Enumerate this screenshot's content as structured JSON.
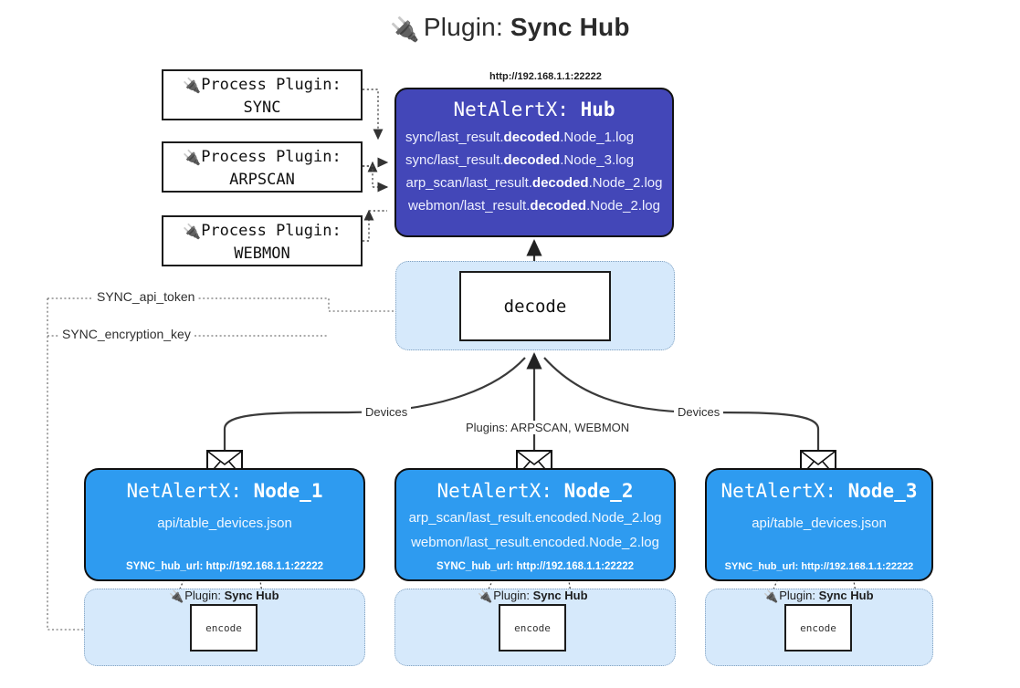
{
  "title": {
    "icon": "plug-icon",
    "glyph": "🔌",
    "prefix": "Plugin: ",
    "name": "Sync Hub"
  },
  "colors": {
    "hub_bg": "#4347b8",
    "node_bg": "#2e9bf0",
    "panel_bg": "#d6e9fb",
    "panel_border": "#7f9fbe",
    "stroke": "#111111",
    "page_bg": "#ffffff"
  },
  "process_plugins": [
    {
      "line1_prefix": "Process Plugin:",
      "name": "SYNC"
    },
    {
      "line1_prefix": "Process Plugin:",
      "name": "ARPSCAN"
    },
    {
      "line1_prefix": "Process Plugin:",
      "name": "WEBMON"
    }
  ],
  "hub": {
    "url": "http://192.168.1.1:22222",
    "title_prefix": "NetAlertX: ",
    "title_name": "Hub",
    "logs": [
      {
        "pre": "sync/last_result.",
        "mid": "decoded",
        "post": ".Node_1.log"
      },
      {
        "pre": "sync/last_result.",
        "mid": "decoded",
        "post": ".Node_3.log"
      },
      {
        "pre": "arp_scan/last_result.",
        "mid": "decoded",
        "post": ".Node_2.log"
      },
      {
        "pre": "webmon/last_result.",
        "mid": "decoded",
        "post": ".Node_2.log"
      }
    ]
  },
  "decode": {
    "label": "decode"
  },
  "keys": [
    {
      "label": "SYNC_api_token"
    },
    {
      "label": "SYNC_encryption_key"
    }
  ],
  "edge_labels": {
    "left_devices": "Devices",
    "center_plugins": "Plugins: ARPSCAN, WEBMON",
    "right_devices": "Devices"
  },
  "nodes": [
    {
      "title_prefix": "NetAlertX: ",
      "title_name": "Node_1",
      "lines": [
        "api/table_devices.json"
      ],
      "foot": "SYNC_hub_url: http://192.168.1.1:22222",
      "encode": {
        "caption_prefix": "Plugin: ",
        "caption_name": "Sync Hub",
        "label": "encode"
      }
    },
    {
      "title_prefix": "NetAlertX: ",
      "title_name": "Node_2",
      "lines": [
        "arp_scan/last_result.encoded.Node_2.log",
        "webmon/last_result.encoded.Node_2.log"
      ],
      "foot": "SYNC_hub_url: http://192.168.1.1:22222",
      "encode": {
        "caption_prefix": "Plugin: ",
        "caption_name": "Sync Hub",
        "label": "encode"
      }
    },
    {
      "title_prefix": "NetAlertX: ",
      "title_name": "Node_3",
      "lines": [
        "api/table_devices.json"
      ],
      "foot": "SYNC_hub_url: http://192.168.1.1:22222",
      "encode": {
        "caption_prefix": "Plugin: ",
        "caption_name": "Sync Hub",
        "label": "encode"
      }
    }
  ]
}
